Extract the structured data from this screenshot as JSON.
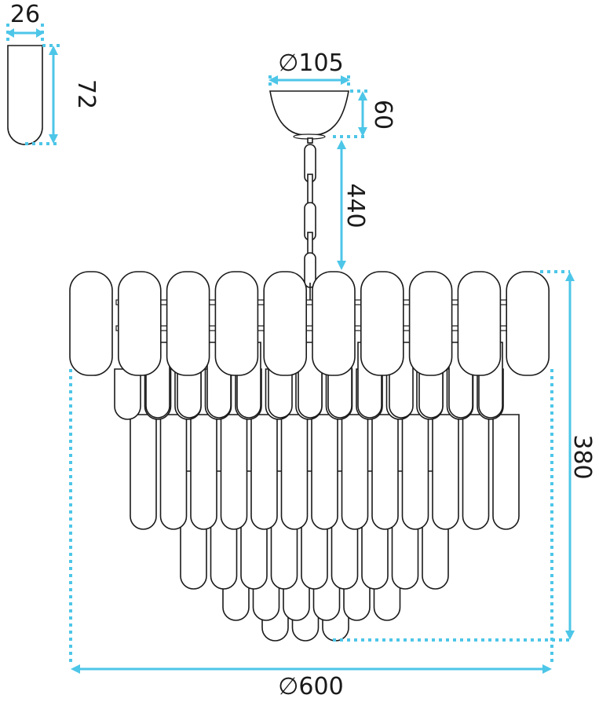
{
  "labels": {
    "crystal_width": "26",
    "crystal_height": "72",
    "canopy_diameter": "∅105",
    "canopy_height": "60",
    "chain_length": "440",
    "body_height": "380",
    "body_diameter": "∅600"
  },
  "colors": {
    "dimension": "#4dc6e8",
    "outline": "#1a1a1a"
  }
}
